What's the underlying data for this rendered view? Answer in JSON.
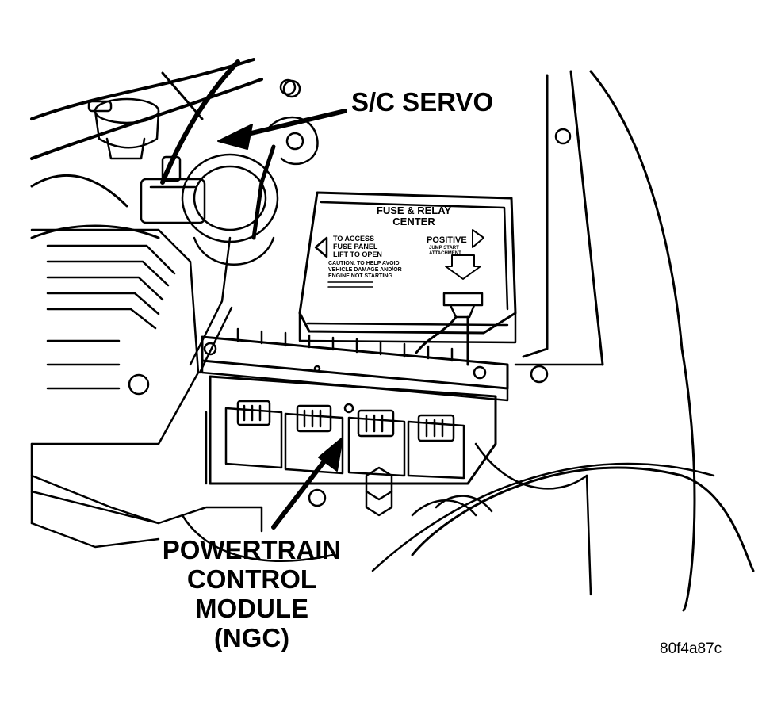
{
  "callouts": {
    "servo": "S/C SERVO",
    "pcm": [
      "POWERTRAIN",
      "CONTROL",
      "MODULE",
      "(NGC)"
    ]
  },
  "fuse_box": {
    "title_line1": "FUSE & RELAY",
    "title_line2": "CENTER",
    "access_line1": "TO ACCESS",
    "access_line2": "FUSE PANEL",
    "access_line3": "LIFT TO OPEN",
    "positive": "POSITIVE",
    "jump_line1": "JUMP START",
    "jump_line2": "ATTACHMENT",
    "caution_line1": "CAUTION: TO HELP AVOID",
    "caution_line2": "VEHICLE DAMAGE AND/OR",
    "caution_line3": "ENGINE NOT STARTING"
  },
  "figure_id": "80f4a87c",
  "colors": {
    "ink": "#000000",
    "paper": "#ffffff"
  }
}
